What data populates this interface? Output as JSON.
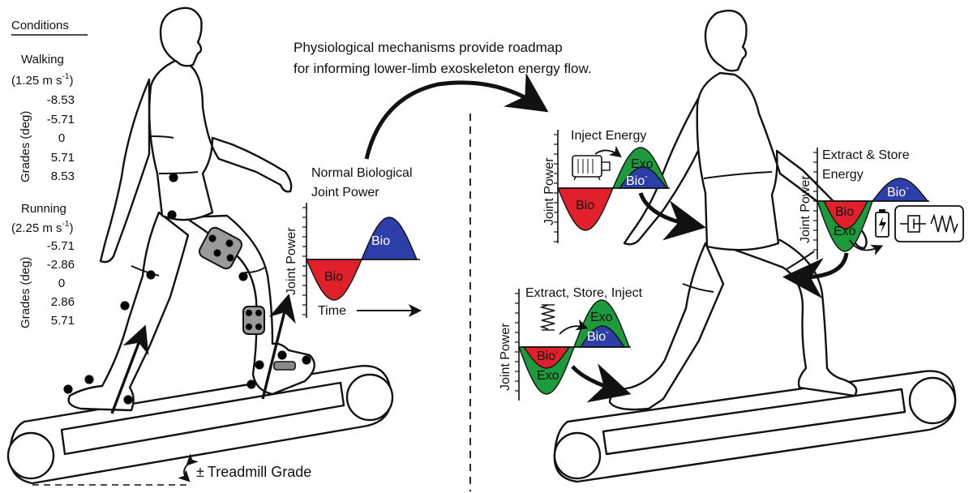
{
  "colors": {
    "bio_negative": "#e0202a",
    "bio_positive": "#2d3ea8",
    "exo": "#1c9a3c",
    "marker": "#b3262a",
    "pad": "#8a8a8a"
  },
  "conditions": {
    "header": "Conditions",
    "walking": {
      "label": "Walking",
      "speed_prefix": "(1.25 m s",
      "speed_exp": "-1",
      "speed_suffix": ")",
      "grades": [
        "-8.53",
        "-5.71",
        "0",
        "5.71",
        "8.53"
      ]
    },
    "running": {
      "label": "Running",
      "speed_prefix": "(2.25 m s",
      "speed_exp": "-1",
      "speed_suffix": ")",
      "grades": [
        "-5.71",
        "-2.86",
        "0",
        "2.86",
        "5.71"
      ]
    },
    "grades_axis_label": "Grades (deg)"
  },
  "headline": {
    "line1": "Physiological mechanisms provide roadmap",
    "line2": "for informing lower-limb exoskeleton energy flow."
  },
  "normal_plot": {
    "title_line1": "Normal Biological",
    "title_line2": "Joint Power",
    "ylabel": "Joint Power",
    "xlabel": "Time",
    "neg_label": "Bio",
    "pos_label": "Bio"
  },
  "inject_plot": {
    "title": "Inject Energy",
    "ylabel": "Joint Power",
    "neg_label": "Bio",
    "exo_label": "Exo",
    "bio_minus_label": "Bio",
    "icon": "motor-icon"
  },
  "extract_plot": {
    "title_line1": "Extract & Store",
    "title_line2": "Energy",
    "ylabel": "Joint Power",
    "bio_minus_label": "Bio",
    "neg_label": "Bio",
    "exo_label": "Exo",
    "icons": [
      "battery-icon",
      "damper-icon",
      "spring-icon"
    ]
  },
  "esi_plot": {
    "title": "Extract, Store, Inject",
    "ylabel": "Joint Power",
    "exo_pos_label": "Exo",
    "bio_pos_label": "Bio",
    "bio_neg_label": "Bio",
    "exo_neg_label": "Exo",
    "icon": "spring-icon"
  },
  "treadmill": {
    "label": "Treadmill Grade",
    "symbol": "±"
  }
}
